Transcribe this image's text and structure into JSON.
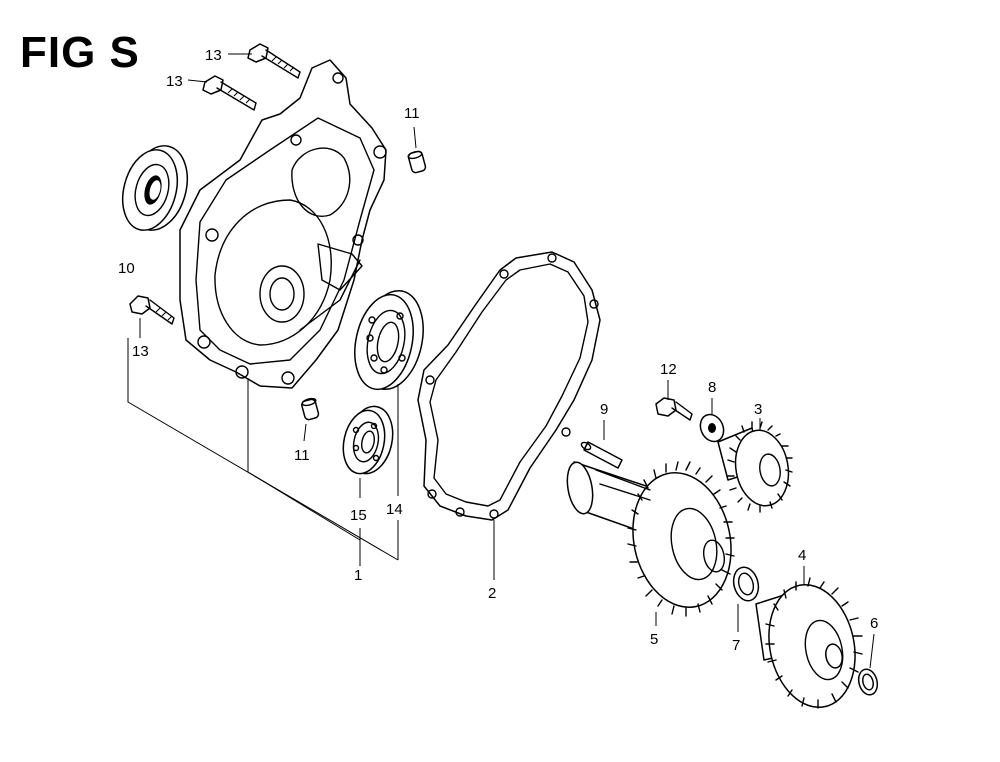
{
  "figure": {
    "title": "FIG S"
  },
  "callouts": [
    {
      "id": "c13a",
      "text": "13"
    },
    {
      "id": "c13b",
      "text": "13"
    },
    {
      "id": "c11a",
      "text": "11"
    },
    {
      "id": "c10",
      "text": "10"
    },
    {
      "id": "c13c",
      "text": "13"
    },
    {
      "id": "c11b",
      "text": "11"
    },
    {
      "id": "c15",
      "text": "15"
    },
    {
      "id": "c14",
      "text": "14"
    },
    {
      "id": "c1",
      "text": "1"
    },
    {
      "id": "c2",
      "text": "2"
    },
    {
      "id": "c12",
      "text": "12"
    },
    {
      "id": "c8",
      "text": "8"
    },
    {
      "id": "c9",
      "text": "9"
    },
    {
      "id": "c3",
      "text": "3"
    },
    {
      "id": "c4",
      "text": "4"
    },
    {
      "id": "c5",
      "text": "5"
    },
    {
      "id": "c7",
      "text": "7"
    },
    {
      "id": "c6",
      "text": "6"
    }
  ],
  "parts": [
    {
      "ref": "1",
      "icon": "case-cover-icon"
    },
    {
      "ref": "2",
      "icon": "gasket-icon"
    },
    {
      "ref": "3",
      "icon": "gear-icon"
    },
    {
      "ref": "4",
      "icon": "gear-icon"
    },
    {
      "ref": "5",
      "icon": "gear-shaft-icon"
    },
    {
      "ref": "6",
      "icon": "washer-icon"
    },
    {
      "ref": "7",
      "icon": "washer-icon"
    },
    {
      "ref": "8",
      "icon": "washer-icon"
    },
    {
      "ref": "9",
      "icon": "pin-icon"
    },
    {
      "ref": "10",
      "icon": "oil-seal-icon"
    },
    {
      "ref": "11",
      "icon": "dowel-pin-icon"
    },
    {
      "ref": "12",
      "icon": "bolt-icon"
    },
    {
      "ref": "13",
      "icon": "bolt-icon"
    },
    {
      "ref": "14",
      "icon": "bearing-icon"
    },
    {
      "ref": "15",
      "icon": "bearing-icon"
    }
  ]
}
